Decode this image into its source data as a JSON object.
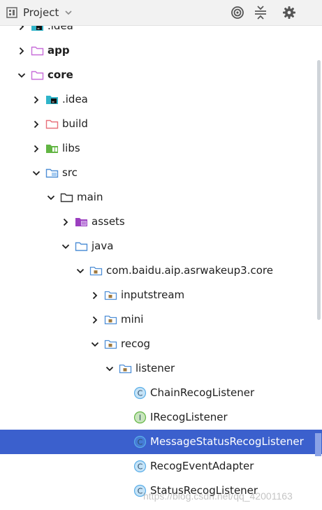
{
  "header": {
    "title": "Project",
    "icons": {
      "project": "project-view-icon",
      "dropdown": "chevron-down-icon",
      "locate": "locate-target-icon",
      "collapse": "collapse-all-icon",
      "settings": "gear-icon"
    }
  },
  "tree": {
    "items": [
      {
        "label": ".idea",
        "depth": 1,
        "expanded": false,
        "icon": "idea-folder-icon",
        "partial": true
      },
      {
        "label": "app",
        "depth": 1,
        "expanded": false,
        "icon": "module-folder-icon",
        "bold": true
      },
      {
        "label": "core",
        "depth": 1,
        "expanded": true,
        "icon": "module-folder-icon",
        "bold": true
      },
      {
        "label": ".idea",
        "depth": 2,
        "expanded": false,
        "icon": "idea-folder-icon"
      },
      {
        "label": "build",
        "depth": 2,
        "expanded": false,
        "icon": "excluded-folder-icon"
      },
      {
        "label": "libs",
        "depth": 2,
        "expanded": false,
        "icon": "libs-folder-icon"
      },
      {
        "label": "src",
        "depth": 2,
        "expanded": true,
        "icon": "source-folder-icon"
      },
      {
        "label": "main",
        "depth": 3,
        "expanded": true,
        "icon": "folder-icon"
      },
      {
        "label": "assets",
        "depth": 4,
        "expanded": false,
        "icon": "assets-folder-icon"
      },
      {
        "label": "java",
        "depth": 4,
        "expanded": true,
        "icon": "java-source-folder-icon"
      },
      {
        "label": "com.baidu.aip.asrwakeup3.core",
        "depth": 5,
        "expanded": true,
        "icon": "package-icon"
      },
      {
        "label": "inputstream",
        "depth": 6,
        "expanded": false,
        "icon": "package-icon"
      },
      {
        "label": "mini",
        "depth": 6,
        "expanded": false,
        "icon": "package-icon"
      },
      {
        "label": "recog",
        "depth": 6,
        "expanded": true,
        "icon": "package-icon"
      },
      {
        "label": "listener",
        "depth": 7,
        "expanded": true,
        "icon": "package-icon"
      },
      {
        "label": "ChainRecogListener",
        "depth": 8,
        "icon": "class-icon"
      },
      {
        "label": "IRecogListener",
        "depth": 8,
        "icon": "interface-icon"
      },
      {
        "label": "MessageStatusRecogListener",
        "depth": 8,
        "icon": "class-icon",
        "selected": true
      },
      {
        "label": "RecogEventAdapter",
        "depth": 8,
        "icon": "class-icon"
      },
      {
        "label": "StatusRecogListener",
        "depth": 8,
        "icon": "class-icon"
      }
    ]
  },
  "watermark": "https://blog.csdn.net/qq_42001163",
  "colors": {
    "selection": "#3b60cd",
    "header_bg": "#f2f2f2",
    "class_icon": "#5aaee8",
    "interface_icon": "#62b543",
    "folder_blue": "#4f8fd6"
  }
}
